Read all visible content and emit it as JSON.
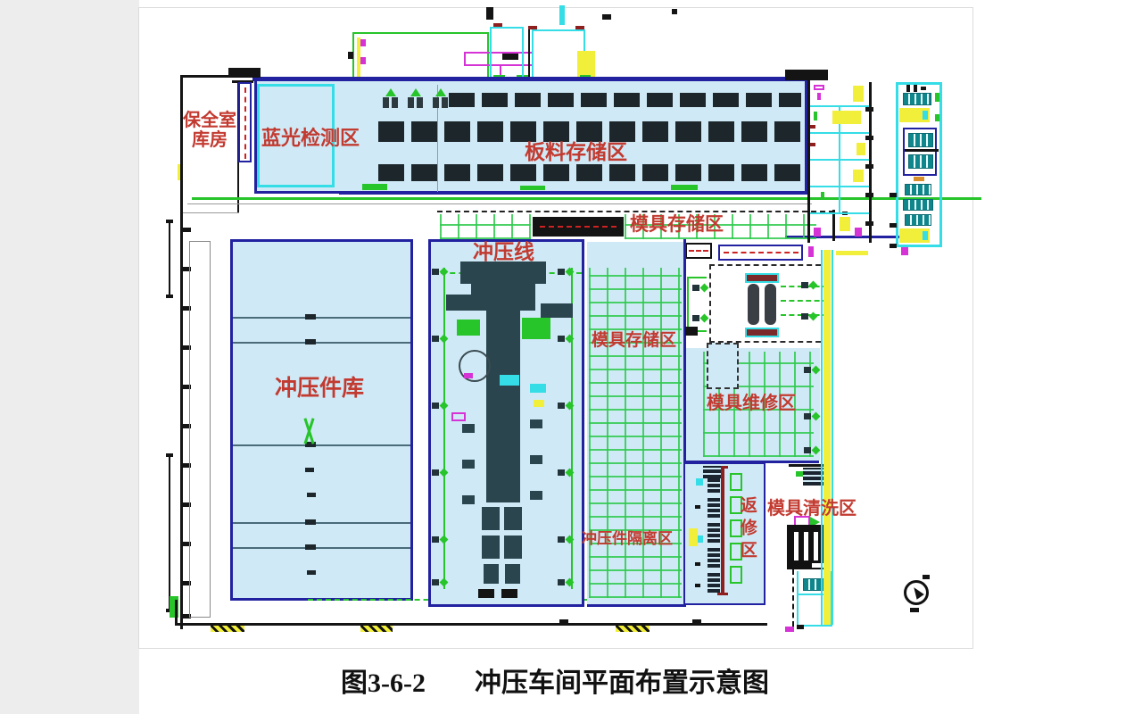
{
  "caption": {
    "figure_no": "图3-6-2",
    "title": "冲压车间平面布置示意图"
  },
  "labels": {
    "security_room_1": "保全室",
    "security_room_2": "库房",
    "blue_light_zone": "蓝光检测区",
    "sheet_storage_zone": "板料存储区",
    "mold_storage_zone_top": "模具存储区",
    "press_line": "冲压线",
    "stamped_parts_warehouse": "冲压件库",
    "mold_storage_zone_mid": "模具存储区",
    "mold_maintenance_zone": "模具维修区",
    "rework_zone": "返修区",
    "mold_cleaning_zone": "模具清洗区",
    "stamped_parts_isolation_zone": "冲压件隔离区"
  },
  "icons": {
    "north_compass": "north-arrow-compass"
  },
  "colors": {
    "area_fill": "#cfeaf6",
    "border_navy": "#2222a0",
    "line_green": "#27c42a",
    "grid_green": "#2fca4e",
    "cad_cyan": "#35dde6",
    "cad_yellow": "#f2ef3a",
    "cad_magenta": "#d633d6",
    "label_red": "#c23a30",
    "rack_dark": "#1d262b",
    "machine_dark": "#2a454e",
    "rail_dark_red": "#8f1f1f"
  }
}
